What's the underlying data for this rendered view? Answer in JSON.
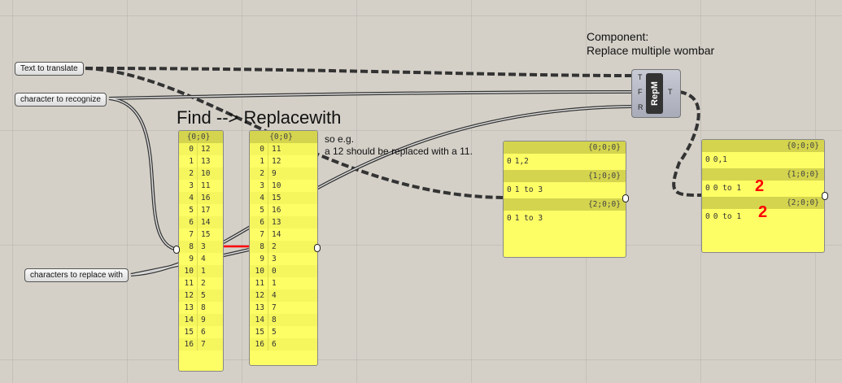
{
  "params": {
    "text_to_translate": "Text to translate",
    "character_to_recognize": "character to recognize",
    "characters_to_replace_with": "characters to replace with"
  },
  "annotations": {
    "find_replace": "Find --> Replacewith",
    "example_line1": "so e.g.",
    "example_line2": "a 12 should be replaced with a 11.",
    "component_line1": "Component:",
    "component_line2": "Replace multiple wombar"
  },
  "component": {
    "name": "RepM",
    "inputs": [
      "T",
      "F",
      "R"
    ],
    "output": "T"
  },
  "find_panel": {
    "path": "{0;0}",
    "items": [
      [
        "0",
        "12"
      ],
      [
        "1",
        "13"
      ],
      [
        "2",
        "10"
      ],
      [
        "3",
        "11"
      ],
      [
        "4",
        "16"
      ],
      [
        "5",
        "17"
      ],
      [
        "6",
        "14"
      ],
      [
        "7",
        "15"
      ],
      [
        "8",
        "3"
      ],
      [
        "9",
        "4"
      ],
      [
        "10",
        "1"
      ],
      [
        "11",
        "2"
      ],
      [
        "12",
        "5"
      ],
      [
        "13",
        "8"
      ],
      [
        "14",
        "9"
      ],
      [
        "15",
        "6"
      ],
      [
        "16",
        "7"
      ]
    ]
  },
  "replace_panel": {
    "path": "{0;0}",
    "items": [
      [
        "0",
        "11"
      ],
      [
        "1",
        "12"
      ],
      [
        "2",
        "9"
      ],
      [
        "3",
        "10"
      ],
      [
        "4",
        "15"
      ],
      [
        "5",
        "16"
      ],
      [
        "6",
        "13"
      ],
      [
        "7",
        "14"
      ],
      [
        "8",
        "2"
      ],
      [
        "9",
        "3"
      ],
      [
        "10",
        "0"
      ],
      [
        "11",
        "1"
      ],
      [
        "12",
        "4"
      ],
      [
        "13",
        "7"
      ],
      [
        "14",
        "8"
      ],
      [
        "15",
        "5"
      ],
      [
        "16",
        "6"
      ]
    ]
  },
  "text_panel": {
    "branches": [
      {
        "path": "{0;0;0}",
        "idx": "0",
        "val": "1,2"
      },
      {
        "path": "{1;0;0}",
        "idx": "0",
        "val": "1 to 3"
      },
      {
        "path": "{2;0;0}",
        "idx": "0",
        "val": "1 to 3"
      }
    ]
  },
  "result_panel": {
    "branches": [
      {
        "path": "{0;0;0}",
        "idx": "0",
        "val": "0,1"
      },
      {
        "path": "{1;0;0}",
        "idx": "0",
        "val": "0 to 1"
      },
      {
        "path": "{2;0;0}",
        "idx": "0",
        "val": "0 to 1"
      }
    ]
  },
  "markup": {
    "red_note_1": "2",
    "red_note_2": "2"
  },
  "colors": {
    "panel": "#fdfd66",
    "red": "#ff0000",
    "green": "#33dd11"
  }
}
